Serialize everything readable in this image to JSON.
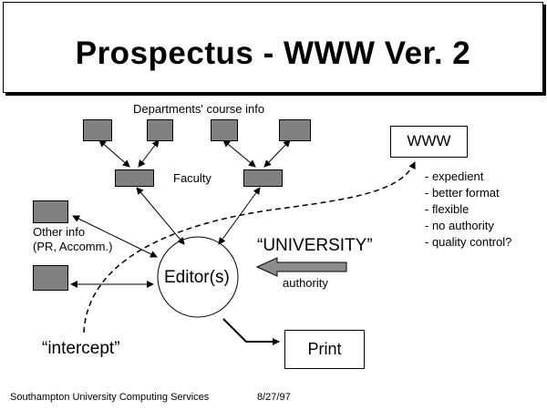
{
  "slide": {
    "title": "Prospectus - WWW Ver. 2"
  },
  "diagram": {
    "departments_label": "Departments' course info",
    "faculty_label": "Faculty",
    "other_info_line1": "Other info",
    "other_info_line2": "(PR, Accomm.)",
    "editor_label": "Editor(s)",
    "university_label": "“UNIVERSITY”",
    "authority_label": "authority",
    "www_label": "WWW",
    "print_label": "Print",
    "intercept_label": "“intercept”",
    "www_notes": [
      "- expedient",
      "- better format",
      "- flexible",
      "- no authority",
      "- quality control?"
    ]
  },
  "footer": {
    "organization": "Southampton University Computing Services",
    "date": "8/27/97"
  },
  "colors": {
    "box_fill": "#808080",
    "arrow_fill": "#8c8c8c",
    "line": "#000000"
  }
}
